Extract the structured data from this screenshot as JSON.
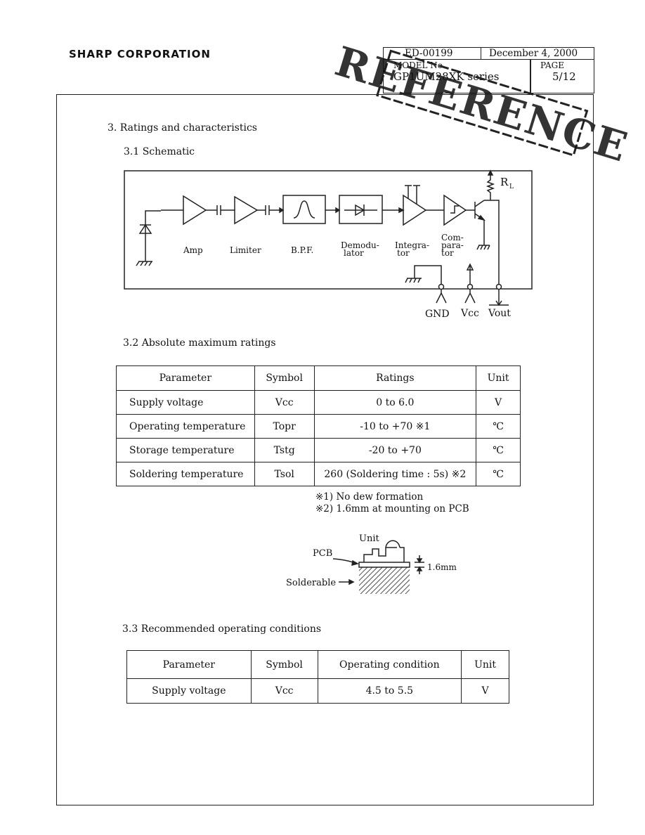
{
  "company": "SHARP CORPORATION",
  "header": {
    "doc_no": "ED-00199",
    "date": "December 4, 2000",
    "model_label": "MODEL No.",
    "model": "GP1UM28XK series",
    "page_label": "PAGE",
    "page": "5/12"
  },
  "stamp": "REFERENCE",
  "section3": {
    "title": "3. Ratings and characteristics",
    "schematic_title": "3.1 Schematic",
    "schematic": {
      "blocks": [
        "Amp",
        "Limiter",
        "B.P.F.",
        "Demodu-",
        "lator",
        "Integra-",
        "tor",
        "Com-",
        "para-",
        "tor"
      ],
      "load": "R",
      "load_sub": "L",
      "terminals": [
        "GND",
        "Vcc",
        "Vout"
      ]
    },
    "abs_title": "3.2 Absolute maximum ratings",
    "abs_table": {
      "headers": [
        "Parameter",
        "Symbol",
        "Ratings",
        "Unit"
      ],
      "rows": [
        {
          "parameter": "Supply voltage",
          "symbol": "Vcc",
          "rating": "0 to 6.0",
          "unit": "V"
        },
        {
          "parameter": "Operating temperature",
          "symbol": "Topr",
          "rating": "-10 to +70 ※1",
          "unit": "℃"
        },
        {
          "parameter": "Storage temperature",
          "symbol": "Tstg",
          "rating": "-20 to +70",
          "unit": "℃"
        },
        {
          "parameter": "Soldering temperature",
          "symbol": "Tsol",
          "rating": "260 (Soldering time : 5s) ※2",
          "unit": "℃"
        }
      ]
    },
    "notes": [
      "※1) No dew formation",
      "※2) 1.6mm at mounting on PCB"
    ],
    "mount_figure": {
      "unit_label": "Unit",
      "pcb_label": "PCB",
      "solder_label": "Solderable",
      "dim_label": "1.6mm"
    },
    "rec_title": "3.3 Recommended operating conditions",
    "rec_table": {
      "headers": [
        "Parameter",
        "Symbol",
        "Operating condition",
        "Unit"
      ],
      "rows": [
        {
          "parameter": "Supply voltage",
          "symbol": "Vcc",
          "condition": "4.5 to 5.5",
          "unit": "V"
        }
      ]
    }
  }
}
